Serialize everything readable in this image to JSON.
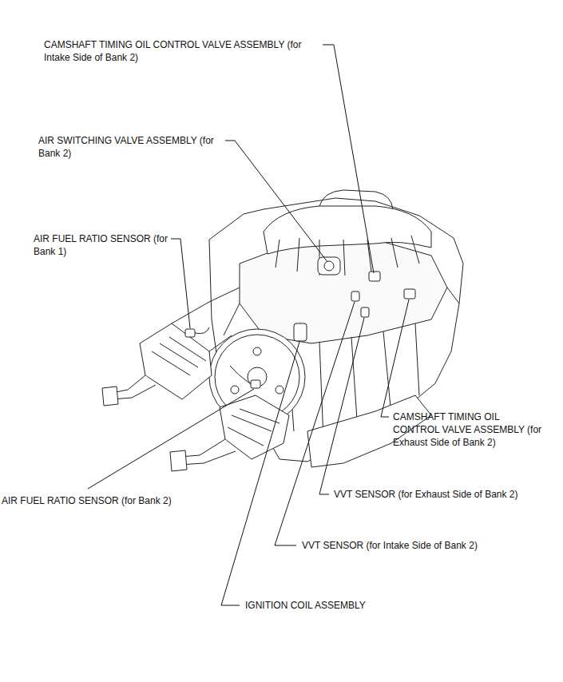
{
  "diagram": {
    "labels": [
      "CAMSHAFT TIMING OIL CONTROL VALVE ASSEMBLY (for Intake Side of Bank 2)",
      "AIR SWITCHING VALVE ASSEMBLY (for Bank 2)",
      "AIR FUEL RATIO SENSOR (for Bank 1)",
      "CAMSHAFT TIMING OIL CONTROL VALVE ASSEMBLY (for Exhaust Side of Bank 2)",
      "AIR FUEL RATIO SENSOR (for Bank 2)",
      "VVT SENSOR (for Exhaust Side of Bank 2)",
      "VVT SENSOR (for Intake Side of Bank 2)",
      "IGNITION COIL ASSEMBLY"
    ]
  }
}
